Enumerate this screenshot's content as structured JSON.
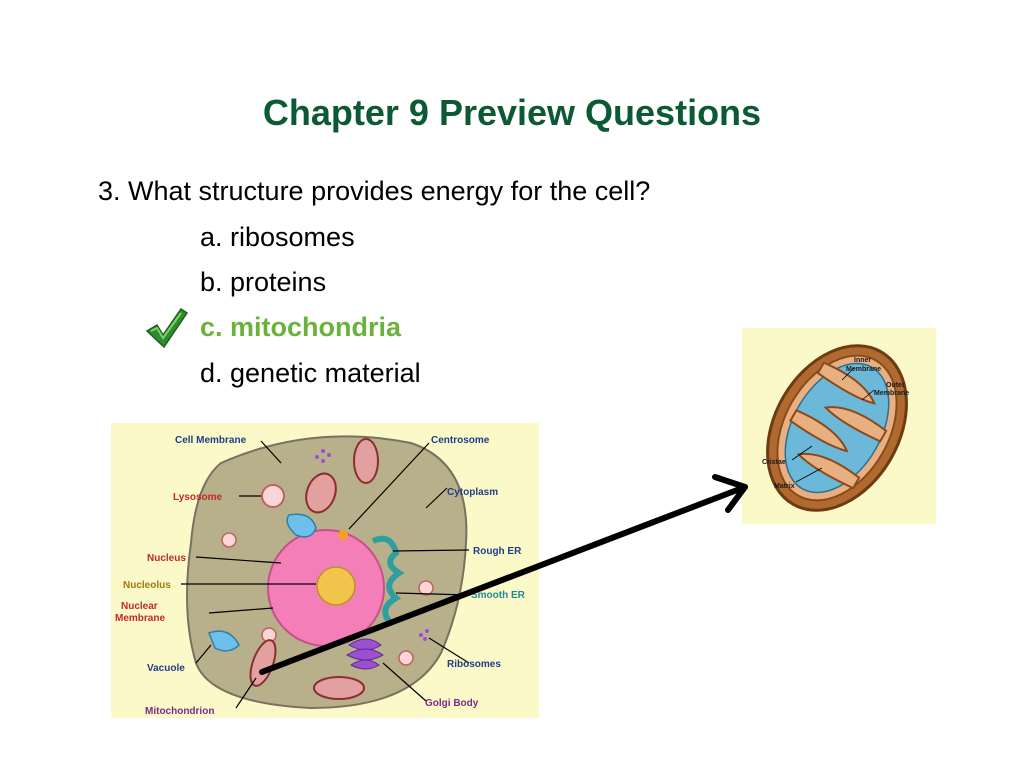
{
  "slide": {
    "title": "Chapter 9 Preview Questions",
    "question": "3. What structure provides energy for the cell?",
    "options": [
      {
        "text": "a. ribosomes"
      },
      {
        "text": "b. proteins"
      },
      {
        "text": "c. mitochondria"
      },
      {
        "text": "d. genetic material"
      }
    ],
    "correct_option_index": 2,
    "check_icon": "checkmark-icon",
    "correct_color": "#6ab23a",
    "title_color": "#0b5a33"
  },
  "cell_diagram": {
    "labels": {
      "cell_membrane": "Cell Membrane",
      "lysosome": "Lysosome",
      "nucleus": "Nucleus",
      "nucleolus": "Nucleolus",
      "nuclear_membrane_1": "Nuclear",
      "nuclear_membrane_2": "Membrane",
      "vacuole": "Vacuole",
      "mitochondrion": "Mitochondrion",
      "centrosome": "Centrosome",
      "cytoplasm": "Cytoplasm",
      "rough_er": "Rough ER",
      "smooth_er": "Smooth ER",
      "ribosomes": "Ribosomes",
      "golgi_body": "Golgi Body"
    }
  },
  "mito_diagram": {
    "labels": {
      "inner_membrane_1": "Inner",
      "inner_membrane_2": "Membrane",
      "outer_membrane_1": "Outer",
      "outer_membrane_2": "Membrane",
      "cristae": "Cristae",
      "matrix": "Matrix"
    }
  }
}
